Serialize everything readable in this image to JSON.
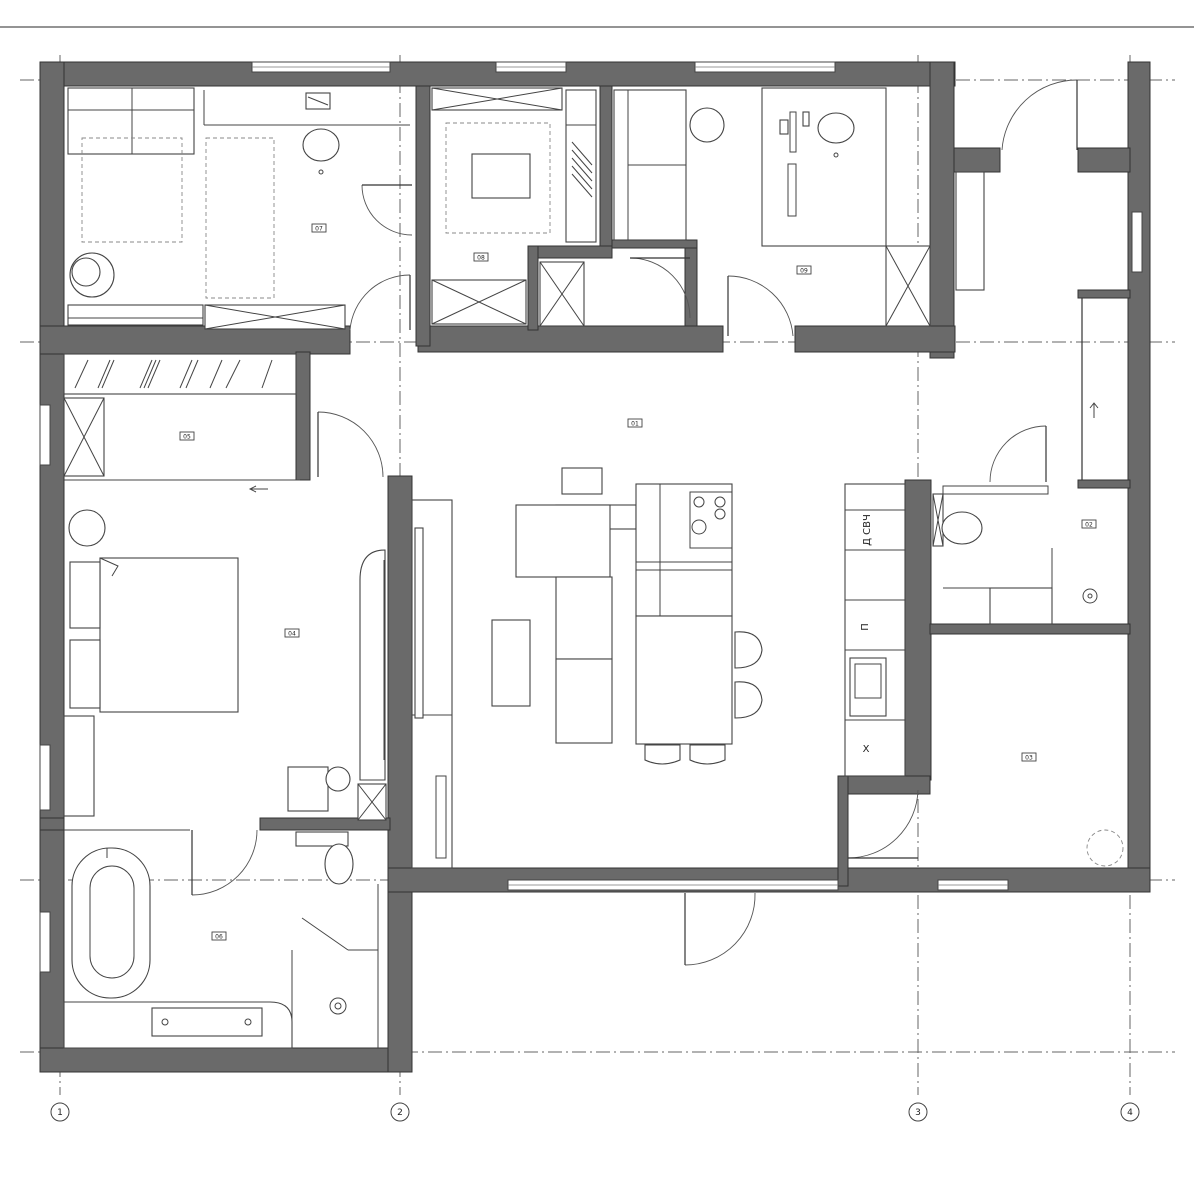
{
  "rooms": [
    {
      "id": "room-01",
      "label": "01"
    },
    {
      "id": "room-02",
      "label": "02"
    },
    {
      "id": "room-03",
      "label": "03"
    },
    {
      "id": "room-04",
      "label": "04"
    },
    {
      "id": "room-05",
      "label": "05"
    },
    {
      "id": "room-06",
      "label": "06"
    },
    {
      "id": "room-07",
      "label": "07"
    },
    {
      "id": "room-08",
      "label": "08"
    },
    {
      "id": "room-09",
      "label": "09"
    }
  ],
  "axes": [
    "1",
    "2",
    "3",
    "4"
  ],
  "kitchen_labels": {
    "dsvch": "Д СВЧ",
    "p": "П",
    "kh": "Х"
  },
  "colors": {
    "wall": "#6a6a6a",
    "line": "#444444",
    "background": "#ffffff"
  }
}
